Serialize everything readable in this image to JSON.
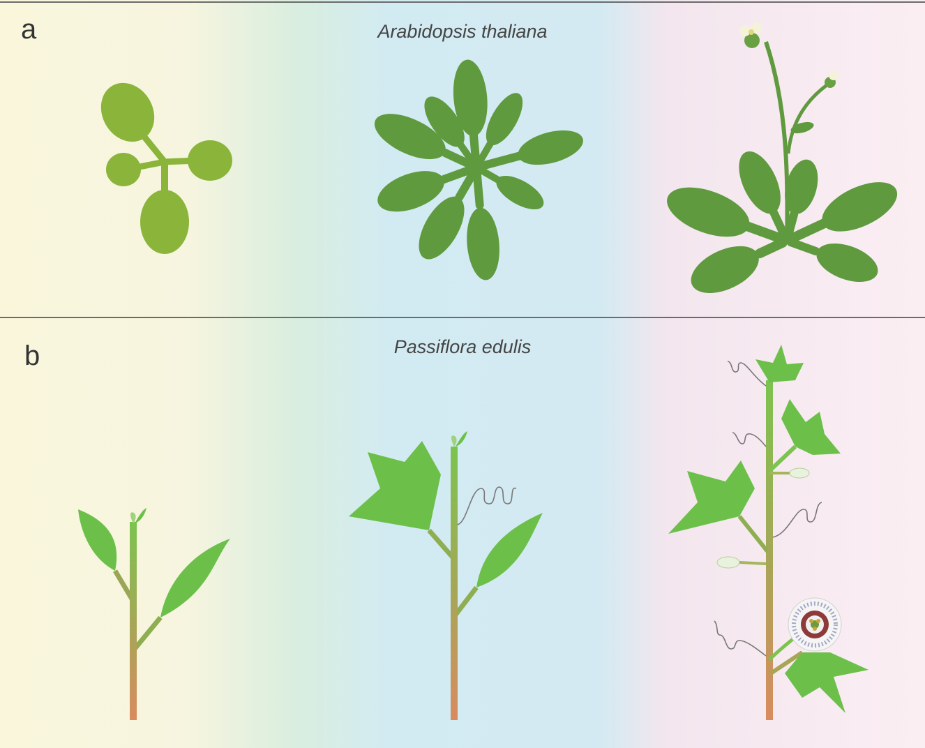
{
  "panels": [
    {
      "letter": "a",
      "species": "Arabidopsis thaliana"
    },
    {
      "letter": "b",
      "species": "Passiflora edulis"
    }
  ],
  "colors": {
    "arabidopsis_seedling": "#8ab53a",
    "arabidopsis_leaf": "#5f9a3f",
    "passiflora_leaf": "#6cc04a",
    "stem_top": "#7cc34f",
    "stem_bottom": "#d98b5f",
    "tendril": "#8a8a8a",
    "divider": "#6b6b6b"
  }
}
